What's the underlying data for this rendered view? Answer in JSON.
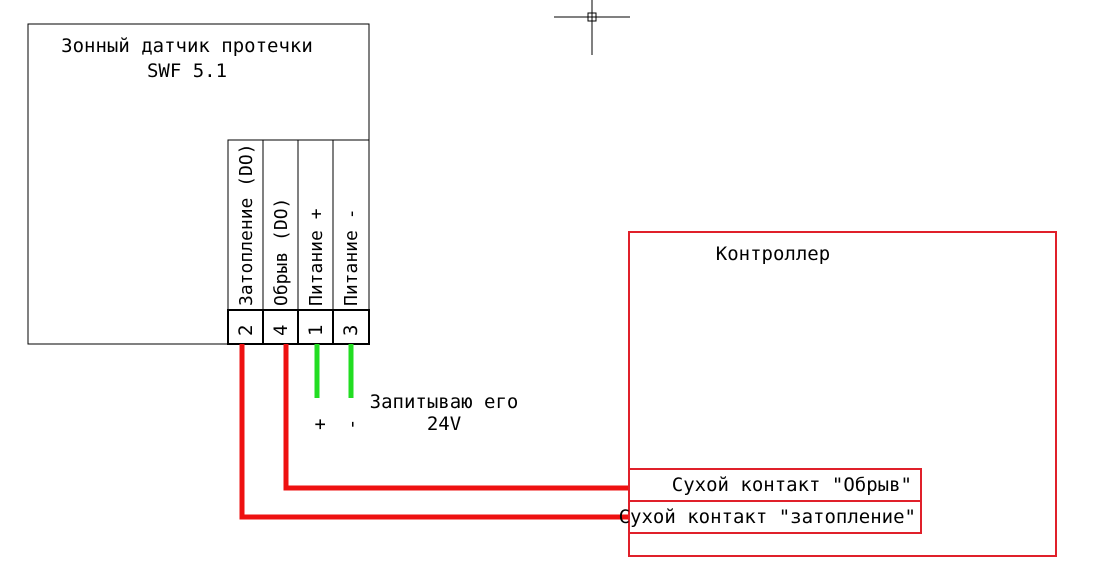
{
  "sensor": {
    "title_line1": "Зонный датчик протечки",
    "title_line2": "SWF 5.1",
    "terminals": [
      {
        "number": "2",
        "label": "Затопление (DO)"
      },
      {
        "number": "4",
        "label": "Обрыв (DO)"
      },
      {
        "number": "1",
        "label": "Питание +"
      },
      {
        "number": "3",
        "label": "Питание -"
      }
    ]
  },
  "power": {
    "plus": "+",
    "minus": "-",
    "note_line1": "Запитываю его",
    "note_line2": "24V"
  },
  "controller": {
    "title": "Контроллер",
    "contacts": [
      {
        "label": "Сухой контакт \"Обрыв\""
      },
      {
        "label": "Сухой контакт \"затопление\""
      }
    ]
  },
  "colors": {
    "signal_wire": "#ee1111",
    "power_wire": "#22dd22",
    "controller_border": "#e0202a",
    "sensor_border": "#000000"
  }
}
